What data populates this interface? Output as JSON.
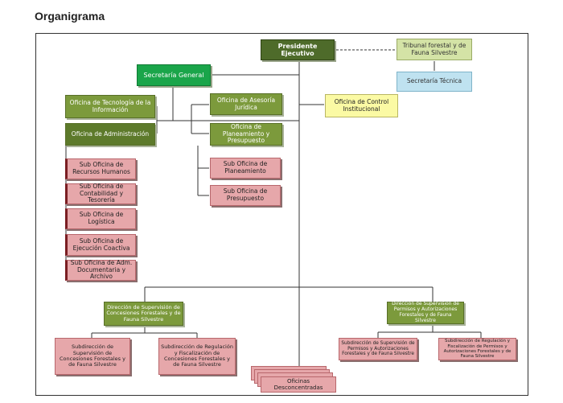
{
  "page_title": "Organigrama",
  "org": {
    "presidente": "Presidente Ejecutivo",
    "tribunal": "Tribunal forestal y de Fauna Silvestre",
    "secretaria_tecnica": "Secretaría Técnica",
    "secretaria_general": "Secretaría General",
    "control_institucional": "Oficina de Control Institucional",
    "tecnologia": "Oficina de Tecnología de la Información",
    "administracion": "Oficina de Administración",
    "asesoria": "Oficina de Asesoría Jurídica",
    "planeamiento_presupuesto": "Oficina de Planeamiento y Presupuesto",
    "sub_rrhh": "Sub Oficina de Recursos Humanos",
    "sub_contabilidad": "Sub Oficina de Contabilidad y Tesorería",
    "sub_logistica": "Sub Oficina de Logística",
    "sub_coactiva": "Sub Oficina de Ejecución Coactiva",
    "sub_documentaria": "Sub Oficina de Adm. Documentaria y Archivo",
    "sub_planeamiento": "Sub Oficina de Planeamiento",
    "sub_presupuesto": "Sub Oficina de Presupuesto",
    "dir_concesiones": "Dirección de Supervisión de Concesiones Forestales y de Fauna Silvestre",
    "dir_permisos": "Dirección de Supervisión de Permisos y Autorizaciones Forestales y de Fauna Silvestre",
    "subdir_sup_concesiones": "Subdirección de Supervisión de Concesiones Forestales y de Fauna Silvestre",
    "subdir_reg_concesiones": "Subdirección de Regulación y Fiscalización de Concesiones Forestales y de Fauna Silvestre",
    "subdir_sup_permisos": "Subdirección de Supervisión de Permisos y Autorizaciones Forestales y de Fauna Silvestre",
    "subdir_reg_permisos": "Subdirección de Regulación y Fiscalización de Permisos y Autorizaciones Forestales y de Fauna Silvestre",
    "oficinas_desconcentradas": "Oficinas Desconcentradas"
  }
}
